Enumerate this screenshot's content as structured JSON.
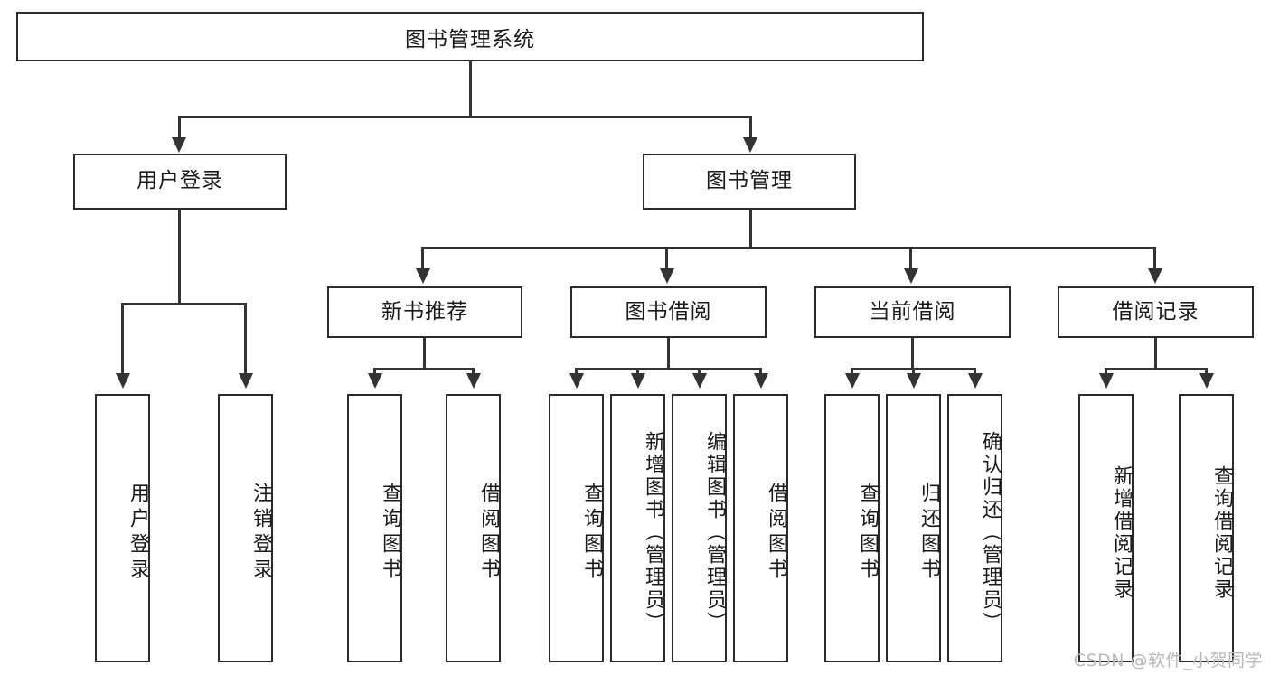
{
  "diagram": {
    "title": "图书管理系统",
    "type": "tree-hierarchy",
    "root": {
      "label": "图书管理系统"
    },
    "level2": [
      {
        "id": "user-login",
        "label": "用户登录"
      },
      {
        "id": "book-manage",
        "label": "图书管理"
      }
    ],
    "level3": [
      {
        "id": "new-book-recommend",
        "label": "新书推荐",
        "parent": "book-manage"
      },
      {
        "id": "book-borrow",
        "label": "图书借阅",
        "parent": "book-manage"
      },
      {
        "id": "current-borrow",
        "label": "当前借阅",
        "parent": "book-manage"
      },
      {
        "id": "borrow-record",
        "label": "借阅记录",
        "parent": "book-manage"
      }
    ],
    "leaves": [
      {
        "id": "leaf-user-login",
        "label": "用户登录",
        "parent": "user-login"
      },
      {
        "id": "leaf-logout-login",
        "label": "注销登录",
        "parent": "user-login"
      },
      {
        "id": "leaf-query-book-1",
        "label": "查询图书",
        "parent": "new-book-recommend"
      },
      {
        "id": "leaf-borrow-book-1",
        "label": "借阅图书",
        "parent": "new-book-recommend"
      },
      {
        "id": "leaf-query-book-2",
        "label": "查询图书",
        "parent": "book-borrow"
      },
      {
        "id": "leaf-add-book",
        "label": "新增图书（管理员）",
        "parent": "book-borrow"
      },
      {
        "id": "leaf-edit-book",
        "label": "编辑图书（管理员）",
        "parent": "book-borrow"
      },
      {
        "id": "leaf-borrow-book-2",
        "label": "借阅图书",
        "parent": "book-borrow"
      },
      {
        "id": "leaf-query-book-3",
        "label": "查询图书",
        "parent": "current-borrow"
      },
      {
        "id": "leaf-return-book",
        "label": "归还图书",
        "parent": "current-borrow"
      },
      {
        "id": "leaf-confirm-return",
        "label": "确认归还（管理员）",
        "parent": "current-borrow"
      },
      {
        "id": "leaf-add-record",
        "label": "新增借阅记录",
        "parent": "borrow-record"
      },
      {
        "id": "leaf-query-record",
        "label": "查询借阅记录",
        "parent": "borrow-record"
      }
    ]
  },
  "watermark": {
    "text": "CSDN @软件_小贺同学"
  },
  "colors": {
    "stroke": "#2b2b2b",
    "connector": "#333333",
    "background": "#ffffff",
    "text": "#1a1a1a",
    "watermark": "#b9b9b9"
  }
}
